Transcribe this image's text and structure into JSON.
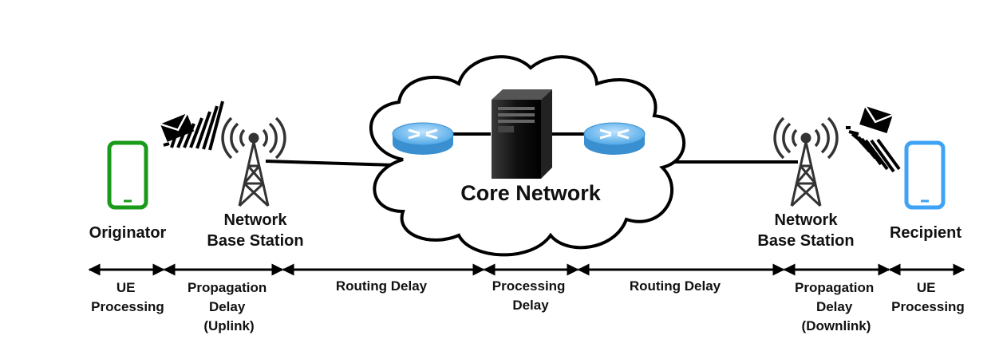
{
  "nodes": {
    "originator": {
      "label": "Originator",
      "color": "#1a9a1a"
    },
    "base_left": {
      "label_line1": "Network",
      "label_line2": "Base Station"
    },
    "core": {
      "label": "Core Network"
    },
    "base_right": {
      "label_line1": "Network",
      "label_line2": "Base Station"
    },
    "recipient": {
      "label": "Recipient",
      "color": "#3fa3f5"
    }
  },
  "segments": [
    {
      "lines": [
        "UE",
        "Processing"
      ]
    },
    {
      "lines": [
        "Propagation",
        "Delay",
        "(Uplink)"
      ]
    },
    {
      "lines": [
        "Routing Delay"
      ]
    },
    {
      "lines": [
        "Processing",
        "Delay"
      ]
    },
    {
      "lines": [
        "Routing Delay"
      ]
    },
    {
      "lines": [
        "Propagation",
        "Delay",
        "(Downlink)"
      ]
    },
    {
      "lines": [
        "UE",
        "Processing"
      ]
    }
  ],
  "colors": {
    "router": "#4fa8e6",
    "server": "#1a1a1a",
    "line": "#000000"
  },
  "icons": [
    "smartphone-icon",
    "cell-tower-icon",
    "envelope-icon",
    "signal-bars-icon",
    "router-icon",
    "server-icon",
    "cloud-icon"
  ]
}
